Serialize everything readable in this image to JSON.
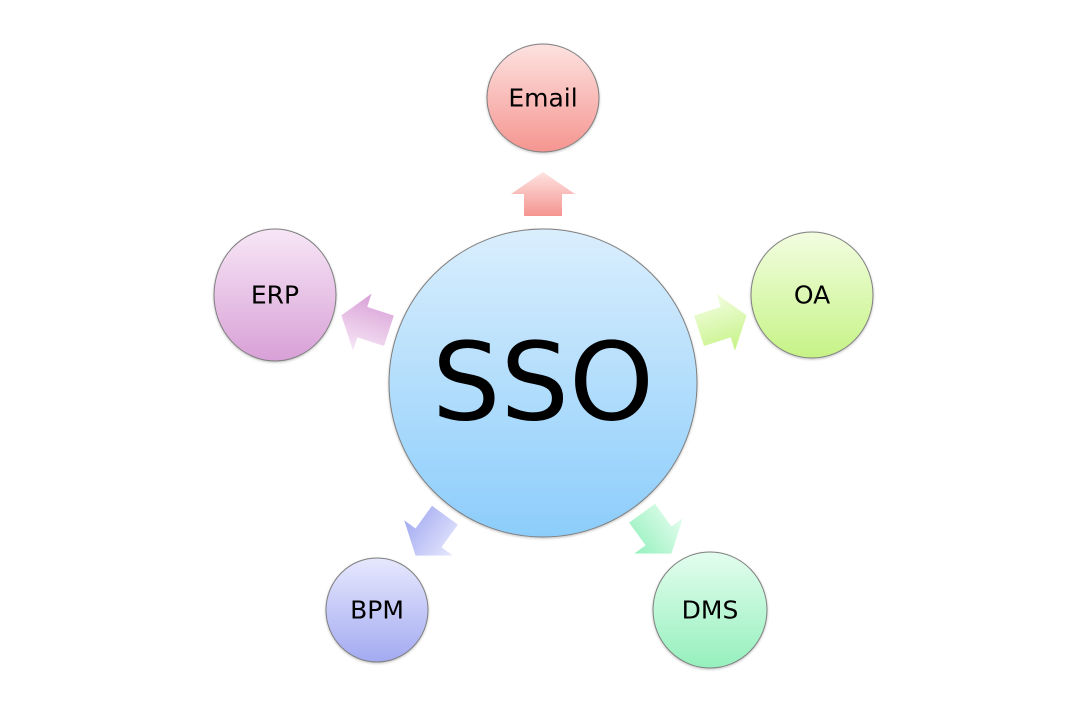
{
  "center": {
    "label": "SSO",
    "color_light": "#daeefd",
    "color_dark": "#8ccdfb"
  },
  "nodes": [
    {
      "id": "email",
      "label": "Email",
      "color_light": "#fde2e0",
      "color_dark": "#f59590"
    },
    {
      "id": "oa",
      "label": "OA",
      "color_light": "#f2fde0",
      "color_dark": "#c6f386"
    },
    {
      "id": "dms",
      "label": "DMS",
      "color_light": "#e3fdee",
      "color_dark": "#95f0bd"
    },
    {
      "id": "bpm",
      "label": "BPM",
      "color_light": "#e6e8fd",
      "color_dark": "#a3aaf1"
    },
    {
      "id": "erp",
      "label": "ERP",
      "color_light": "#f7e6f6",
      "color_dark": "#d8a0d7"
    }
  ]
}
